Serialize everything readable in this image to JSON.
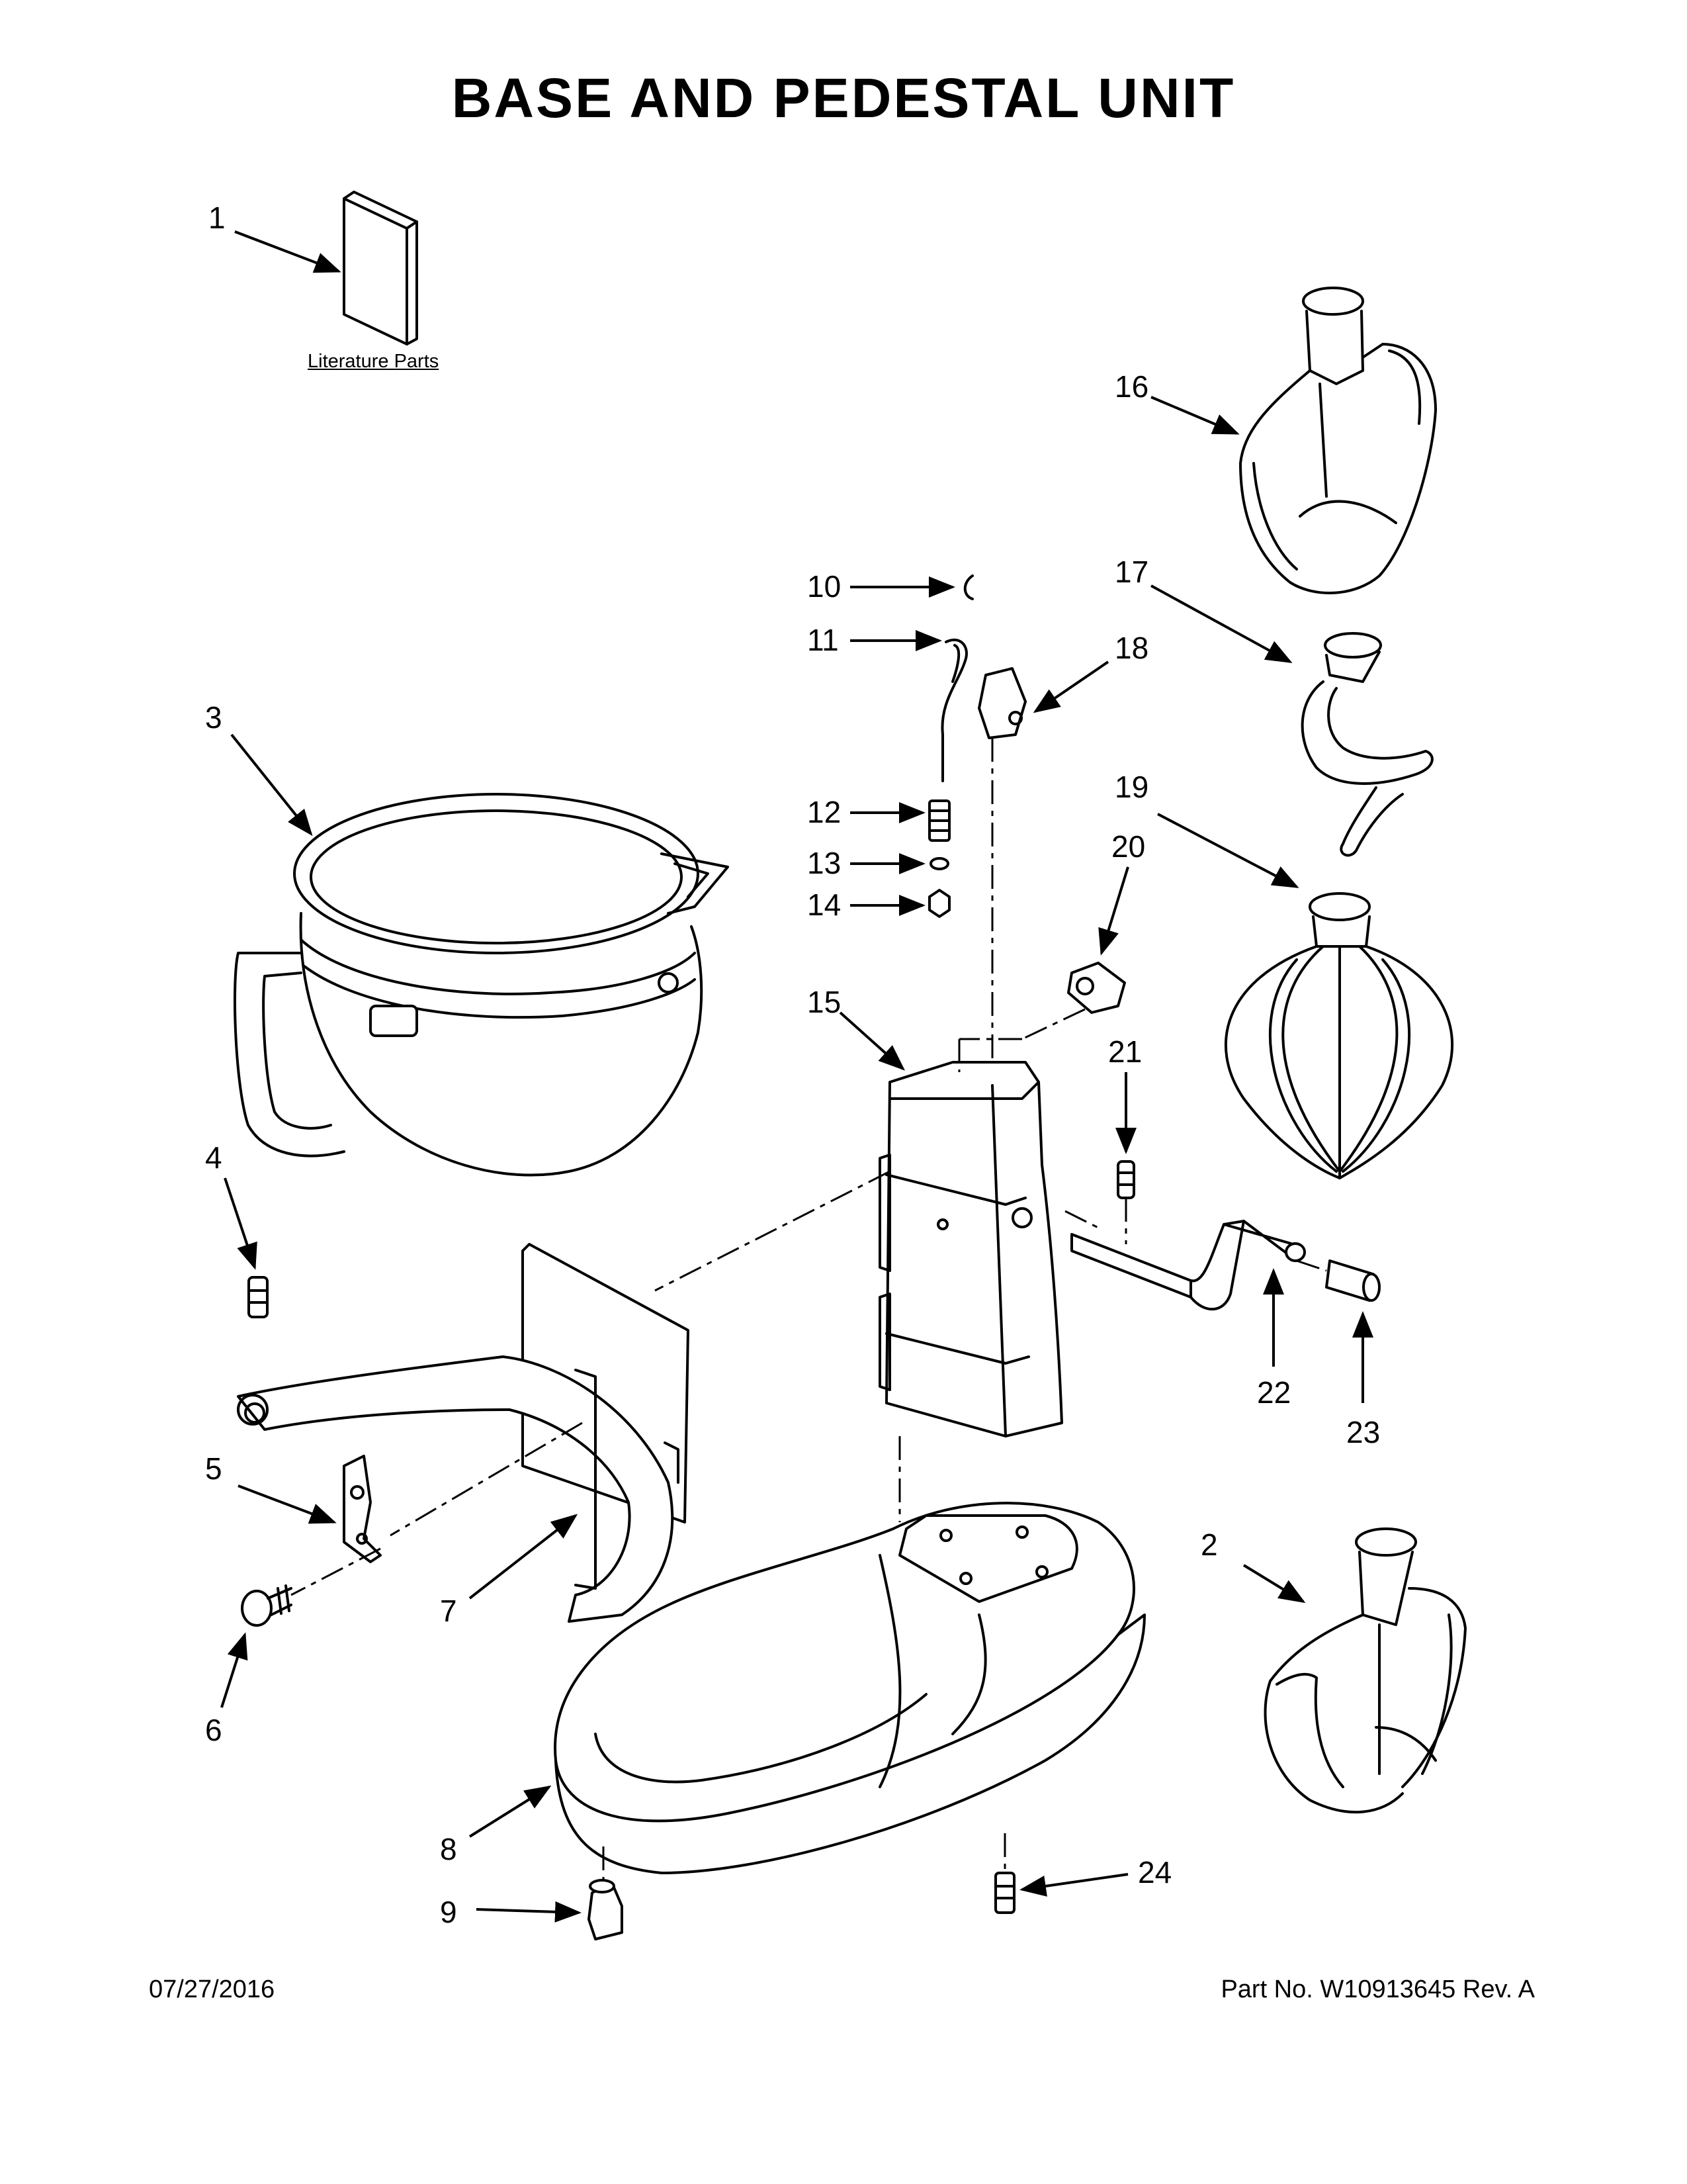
{
  "title": "BASE AND PEDESTAL UNIT",
  "literature_label": "Literature Parts",
  "footer": {
    "date": "07/27/2016",
    "part_no": "Part No.  W10913645  Rev.  A"
  },
  "callouts": [
    "1",
    "2",
    "3",
    "4",
    "5",
    "6",
    "7",
    "8",
    "9",
    "10",
    "11",
    "12",
    "13",
    "14",
    "15",
    "16",
    "17",
    "18",
    "19",
    "20",
    "21",
    "22",
    "23",
    "24"
  ]
}
